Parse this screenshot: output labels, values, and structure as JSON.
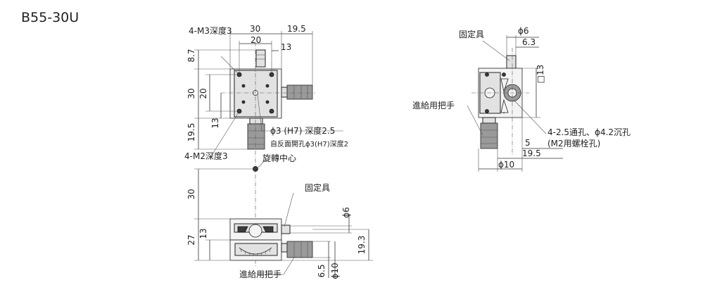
{
  "model": "B55-30U",
  "top_view": {
    "dims": {
      "tap_top": "4-M3深度3",
      "width_30": "30",
      "width_20": "20",
      "offset_19_5": "19.5",
      "offset_13": "13",
      "height_8_7": "8.7",
      "height_30": "30",
      "height_20": "20",
      "height_13": "13",
      "height_19_5": "19.5"
    },
    "notes": {
      "hole": "ϕ3 (H7) 深度2.5",
      "hole_sub": "自反面開孔ϕ3(H7)深度2",
      "tap_bottom": "4-M2深度3",
      "rotation_center": "旋轉中心"
    }
  },
  "front_view": {
    "dims": {
      "height_30": "30",
      "height_27": "27",
      "height_13": "13",
      "diam_6": "ϕ6",
      "h_19_3": "19.3",
      "h_6_5": "6.5",
      "diam_10": "ϕ10"
    },
    "labels": {
      "clamp": "固定具",
      "handle": "進給用把手"
    }
  },
  "side_view": {
    "dims": {
      "diam_6": "ϕ6",
      "d_6_3": "6.3",
      "square_13": "□13",
      "d_5": "5",
      "d_19_5": "19.5",
      "diam_10": "ϕ10"
    },
    "labels": {
      "clamp": "固定具",
      "handle": "進給用把手",
      "holes": "4-2.5通孔、ϕ4.2沉孔",
      "holes_sub": "(M2用螺栓孔)"
    }
  }
}
